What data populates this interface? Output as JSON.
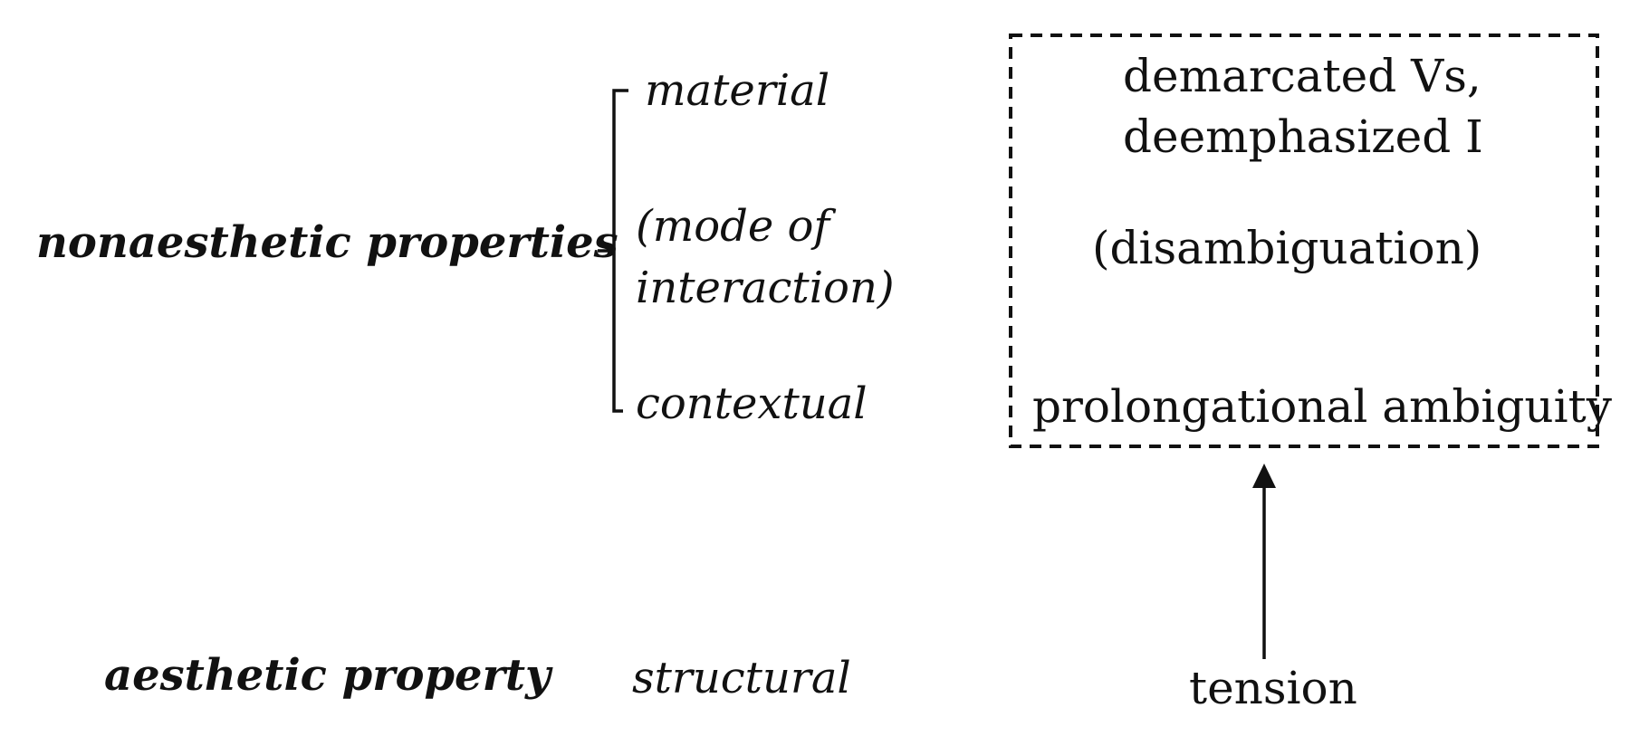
{
  "rows": {
    "nonaesthetic_label": "nonaesthetic properties",
    "aesthetic_label": "aesthetic property"
  },
  "categories": {
    "material": "material",
    "mode_line1": "(mode of",
    "mode_line2": "interaction)",
    "contextual": "contextual",
    "structural": "structural"
  },
  "box": {
    "line1": "demarcated Vs,",
    "line2": "deemphasized I",
    "middle": "(disambiguation)",
    "bottom": "prolongational ambiguity"
  },
  "result": {
    "label": "tension"
  }
}
